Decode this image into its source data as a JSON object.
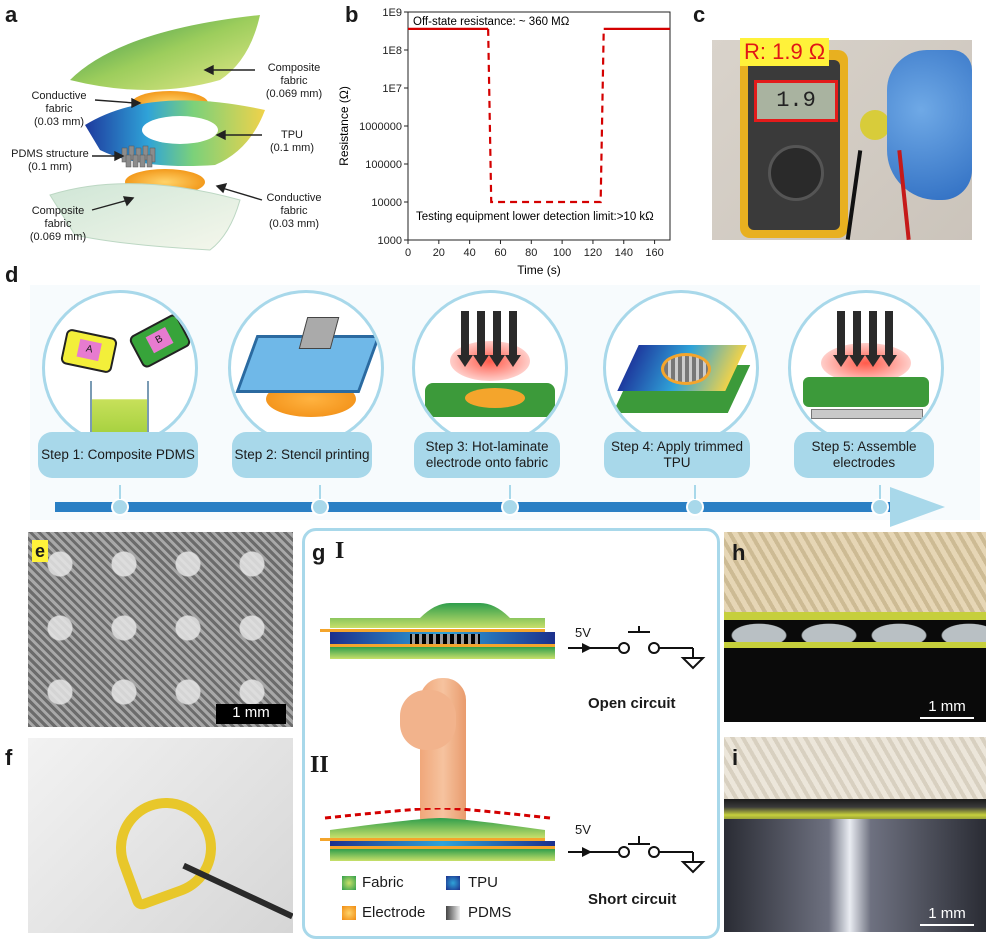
{
  "panels": {
    "a": "a",
    "b": "b",
    "c": "c",
    "d": "d",
    "e": "e",
    "f": "f",
    "g": "g",
    "h": "h",
    "i": "i"
  },
  "panel_a": {
    "composite_fabric_top": "Composite fabric",
    "composite_fabric_top_thk": "(0.069 mm)",
    "conductive_fabric_top": "Conductive fabric",
    "conductive_fabric_top_thk": "(0.03 mm)",
    "tpu": "TPU",
    "tpu_thk": "(0.1 mm)",
    "pdms": "PDMS structure",
    "pdms_thk": "(0.1 mm)",
    "conductive_fabric_bottom": "Conductive fabric",
    "conductive_fabric_bottom_thk": "(0.03 mm)",
    "composite_fabric_bottom": "Composite fabric",
    "composite_fabric_bottom_thk": "(0.069 mm)"
  },
  "chart_data": {
    "type": "line",
    "xlabel": "Time (s)",
    "ylabel": "Resistance (Ω)",
    "xlim": [
      0,
      170
    ],
    "ylim_log10": [
      3,
      9
    ],
    "log_y": true,
    "x_ticks": [
      0,
      20,
      40,
      60,
      80,
      100,
      120,
      140,
      160
    ],
    "y_ticks": [
      {
        "v": 1000,
        "label": "1000"
      },
      {
        "v": 10000,
        "label": "10000"
      },
      {
        "v": 100000,
        "label": "100000"
      },
      {
        "v": 1000000,
        "label": "1000000"
      },
      {
        "v": 10000000,
        "label": "1E7"
      },
      {
        "v": 100000000,
        "label": "1E8"
      },
      {
        "v": 1000000000,
        "label": "1E9"
      }
    ],
    "series": [
      {
        "color": "#d40000",
        "segments": [
          {
            "style": "solid",
            "x": [
              0,
              52
            ],
            "y": [
              360000000,
              360000000
            ]
          },
          {
            "style": "dashed",
            "x": [
              52,
              54,
              125,
              127
            ],
            "y": [
              360000000,
              10000,
              10000,
              360000000
            ]
          },
          {
            "style": "solid",
            "x": [
              127,
              170
            ],
            "y": [
              360000000,
              360000000
            ]
          }
        ]
      }
    ],
    "annotations": [
      "Off-state resistance: ~ 360 MΩ",
      "Testing equipment lower detection limit:>10 kΩ"
    ]
  },
  "panel_c": {
    "readout": "R: 1.9 Ω",
    "lcd": "1.9"
  },
  "panel_d": {
    "steps": [
      "Step 1: Composite PDMS",
      "Step 2: Stencil printing",
      "Step 3: Hot-laminate electrode onto fabric",
      "Step 4: Apply trimmed TPU",
      "Step 5: Assemble electrodes"
    ],
    "bottle_a": "A",
    "bottle_b": "B"
  },
  "panel_e": {
    "scale": "1 mm"
  },
  "panel_g": {
    "state_1": "I",
    "state_2": "II",
    "voltage_1": "5V",
    "voltage_2": "5V",
    "open_circuit": "Open circuit",
    "short_circuit": "Short circuit",
    "legend": {
      "fabric": "Fabric",
      "tpu": "TPU",
      "electrode": "Electrode",
      "pdms": "PDMS"
    }
  },
  "panel_h": {
    "scale": "1 mm"
  },
  "panel_i": {
    "scale": "1 mm"
  },
  "colors": {
    "accent_blue": "#a8d8ea",
    "timeline_blue": "#2a7fc4",
    "red_dash": "#d40000"
  }
}
